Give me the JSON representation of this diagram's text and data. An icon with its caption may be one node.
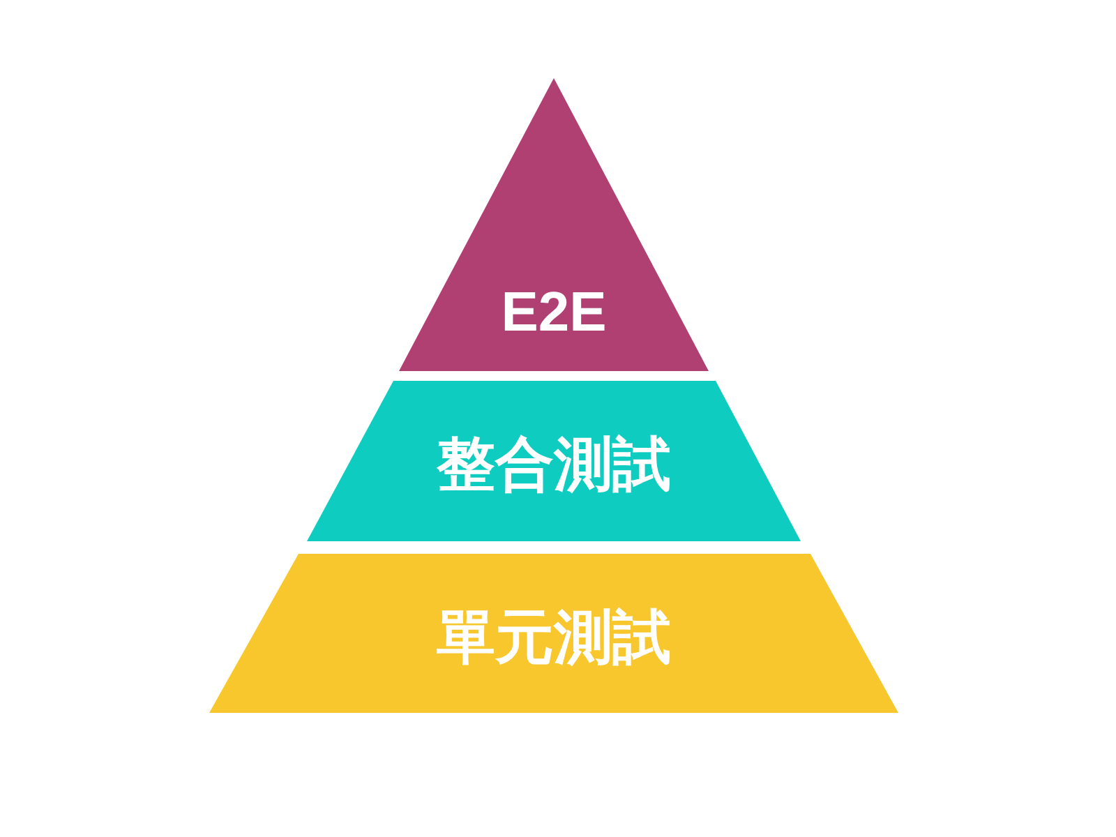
{
  "diagram": {
    "nodes": [
      {
        "text": [
          "E2E"
        ]
      },
      {
        "text": [
          "整合測試"
        ]
      },
      {
        "text": [
          "單元測試"
        ]
      }
    ]
  }
}
